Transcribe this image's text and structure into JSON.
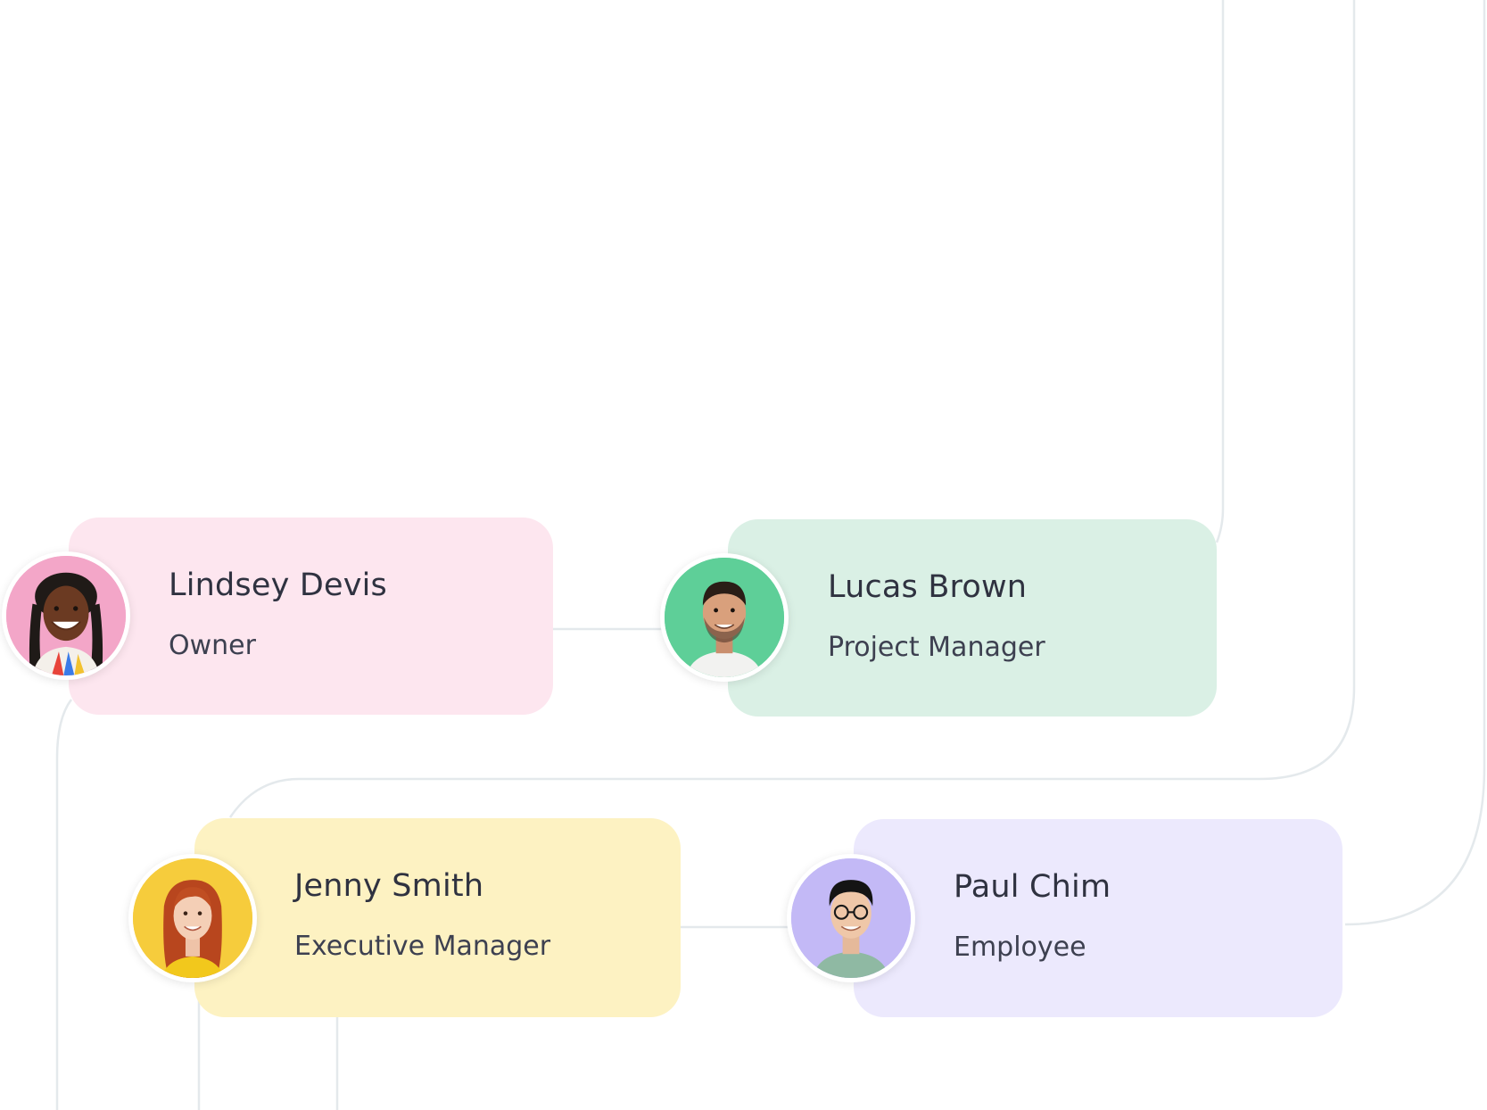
{
  "colors": {
    "connector": "#e4e9ec",
    "text_name": "#2f3240",
    "text_role": "#3d4050"
  },
  "people": [
    {
      "id": "lindsey",
      "name": "Lindsey Devis",
      "role": "Owner",
      "card_color": "#fde6ef",
      "avatar_bg": "#f3a6c8"
    },
    {
      "id": "lucas",
      "name": "Lucas Brown",
      "role": "Project Manager",
      "card_color": "#daf0e5",
      "avatar_bg": "#5ecf98"
    },
    {
      "id": "jenny",
      "name": "Jenny Smith",
      "role": "Executive Manager",
      "card_color": "#fdf2c2",
      "avatar_bg": "#f6cc3c"
    },
    {
      "id": "paul",
      "name": "Paul Chim",
      "role": "Employee",
      "card_color": "#ece9fd",
      "avatar_bg": "#c3b9f6"
    }
  ]
}
